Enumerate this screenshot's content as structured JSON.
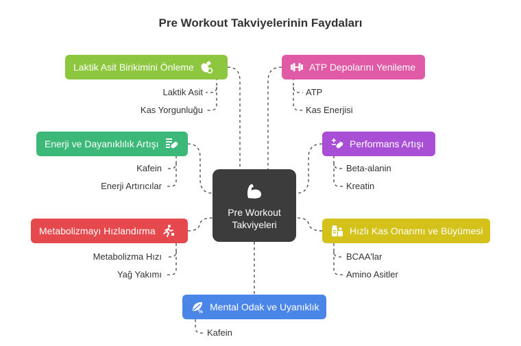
{
  "title": "Pre Workout Takviyelerinin Faydaları",
  "center": {
    "line1": "Pre Workout",
    "line2": "Takviyeleri",
    "icon": "flexed-arm-icon",
    "color": "#3c3c3c"
  },
  "branches": [
    {
      "id": "lactic",
      "label": "Laktik Asit Birikimini Önleme",
      "color": "#8dc63f",
      "icon": "pill-bottle-icon",
      "items": [
        "Laktik Asit",
        "Kas Yorgunluğu"
      ]
    },
    {
      "id": "atp",
      "label": "ATP Depolarını Yenileme",
      "color": "#e05aa6",
      "icon": "dumbbell-icon",
      "items": [
        "ATP",
        "Kas Enerjisi"
      ]
    },
    {
      "id": "energy",
      "label": "Enerji ve Dayanıklılık Artışı",
      "color": "#3cb878",
      "icon": "pills-icon",
      "items": [
        "Kafein",
        "Enerji Artırıcılar"
      ]
    },
    {
      "id": "performance",
      "label": "Performans Artışı",
      "color": "#a94fd6",
      "icon": "plus-minus-pill-icon",
      "items": [
        "Beta-alanin",
        "Kreatin"
      ]
    },
    {
      "id": "metabolism",
      "label": "Metabolizmayı Hızlandırma",
      "color": "#e5484d",
      "icon": "running-person-icon",
      "items": [
        "Metabolizma Hızı",
        "Yağ Yakımı"
      ]
    },
    {
      "id": "repair",
      "label": "Hızlı Kas Onarımı ve Büyümesi",
      "color": "#d4c21b",
      "icon": "supplements-icon",
      "items": [
        "BCAA'lar",
        "Amino Asitler"
      ]
    },
    {
      "id": "mental",
      "label": "Mental Odak ve Uyanıklık",
      "color": "#4a86e8",
      "icon": "leaf-percent-icon",
      "items": [
        "Kafein"
      ]
    }
  ]
}
